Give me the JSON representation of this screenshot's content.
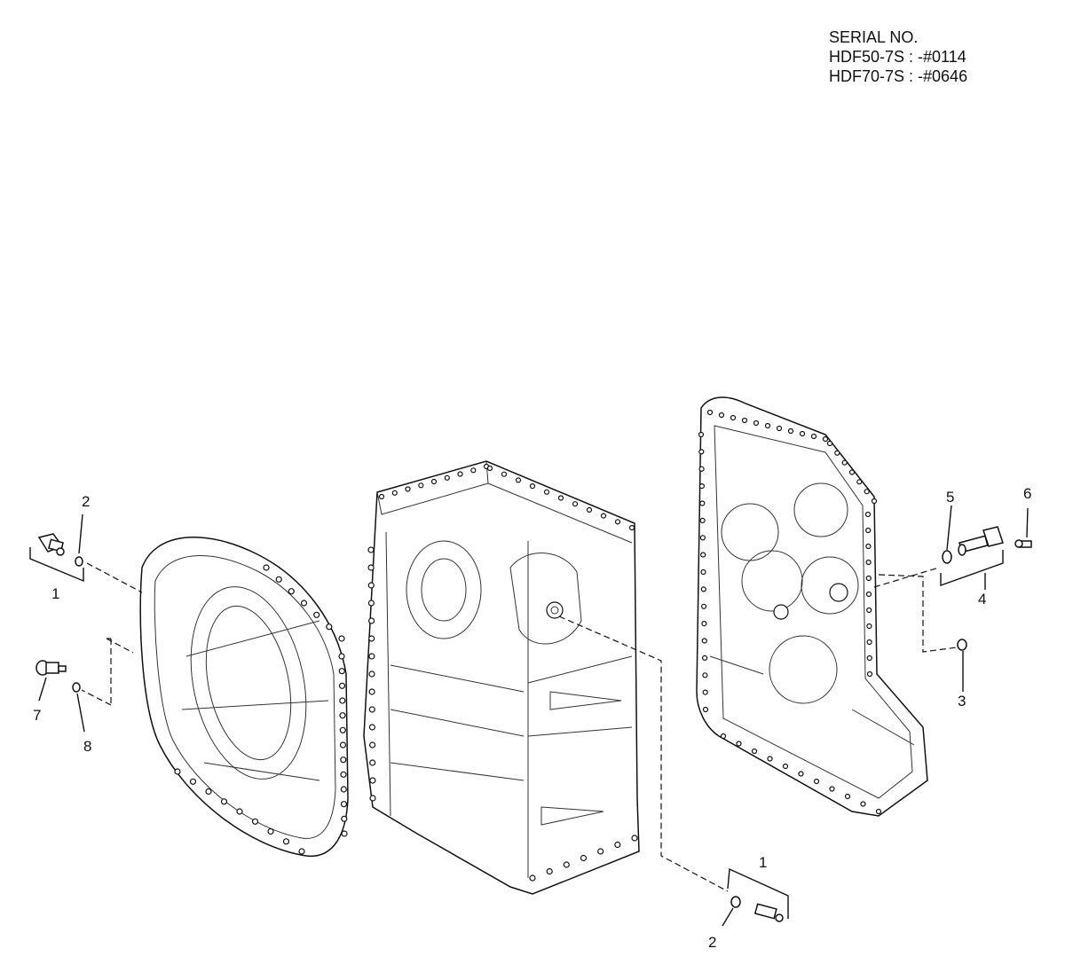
{
  "serial": {
    "heading": "SERIAL NO.",
    "lines": [
      "HDF50-7S : -#0114",
      "HDF70-7S : -#0646"
    ]
  },
  "callouts": {
    "left_sensor_assembly": "1",
    "left_o_ring": "2",
    "left_plug": "7",
    "left_plug_seal": "8",
    "right_sensor_assembly": "4",
    "right_o_ring": "5",
    "right_screw": "6",
    "right_seal_ring": "3",
    "bottom_sensor_assembly": "1",
    "bottom_o_ring": "2"
  },
  "icons": {
    "front_cover": "transmission-front-cover",
    "main_housing": "transmission-main-housing",
    "rear_cover": "transmission-rear-cover",
    "sensor": "speed-sensor",
    "o_ring": "o-ring",
    "plug": "screw-plug"
  }
}
